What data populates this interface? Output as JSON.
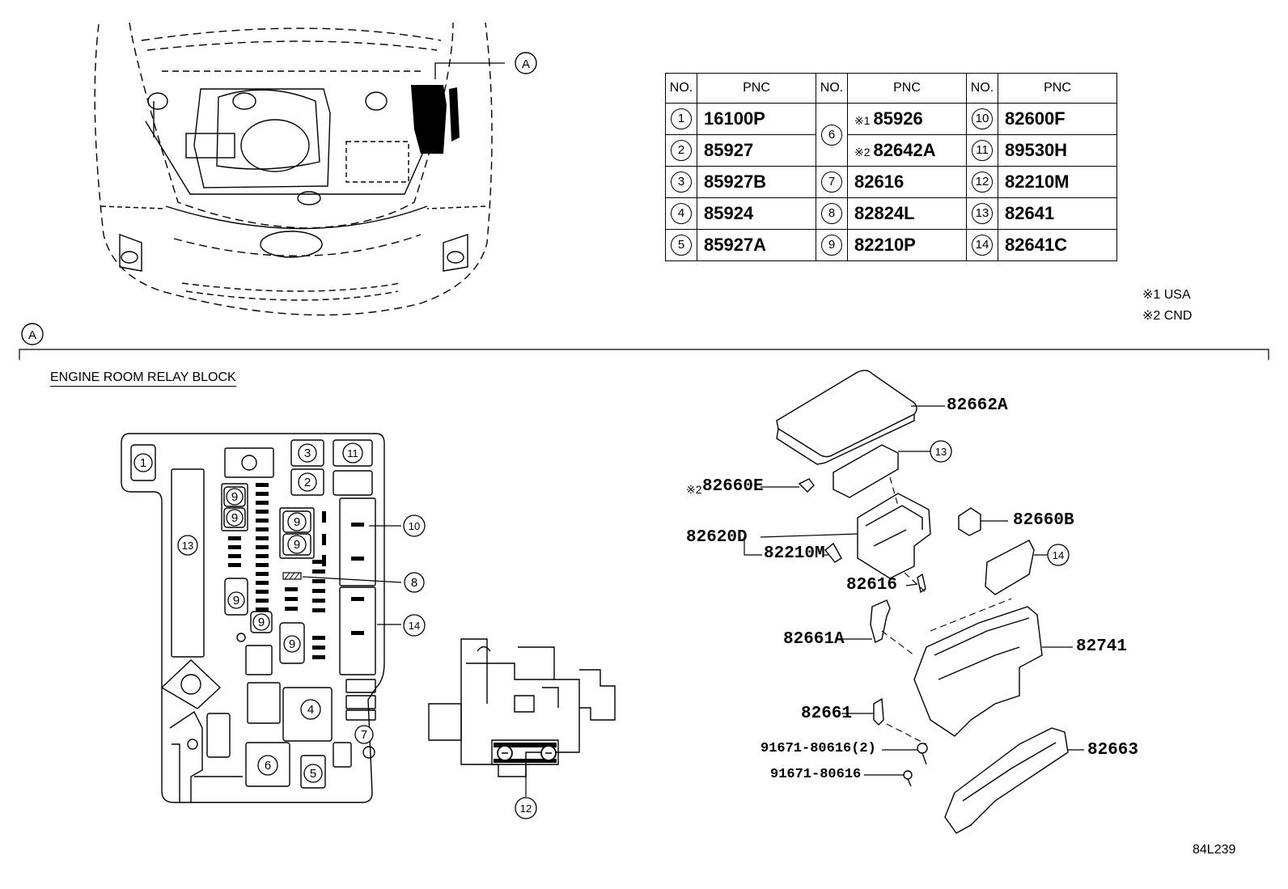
{
  "table": {
    "headers": [
      "NO.",
      "PNC",
      "NO.",
      "PNC",
      "NO.",
      "PNC"
    ],
    "col1": [
      {
        "no": "1",
        "pnc": "16100P"
      },
      {
        "no": "2",
        "pnc": "85927"
      },
      {
        "no": "3",
        "pnc": "85927B"
      },
      {
        "no": "4",
        "pnc": "85924"
      },
      {
        "no": "5",
        "pnc": "85927A"
      }
    ],
    "col2": [
      {
        "no": "6",
        "mark": "※1",
        "pnc": "85926"
      },
      {
        "no": "",
        "mark": "※2",
        "pnc": "82642A"
      },
      {
        "no": "7",
        "mark": "",
        "pnc": "82616"
      },
      {
        "no": "8",
        "mark": "",
        "pnc": "82824L"
      },
      {
        "no": "9",
        "mark": "",
        "pnc": "82210P"
      }
    ],
    "col3": [
      {
        "no": "10",
        "pnc": "82600F"
      },
      {
        "no": "11",
        "pnc": "89530H"
      },
      {
        "no": "12",
        "pnc": "82210M"
      },
      {
        "no": "13",
        "pnc": "82641"
      },
      {
        "no": "14",
        "pnc": "82641C"
      }
    ]
  },
  "notes": {
    "note1": "※1 USA",
    "note2": "※2 CND"
  },
  "section": {
    "marker": "A",
    "title": "ENGINE ROOM RELAY BLOCK"
  },
  "callouts": {
    "top_marker": "A",
    "block": {
      "c1": "1",
      "c2": "2",
      "c3": "3",
      "c4": "4",
      "c5": "5",
      "c6": "6",
      "c7": "7",
      "c8": "8",
      "c9": "9",
      "c10": "10",
      "c11": "11",
      "c12": "12",
      "c13": "13",
      "c14": "14"
    },
    "exploded": {
      "c13": "13",
      "c14": "14"
    }
  },
  "parts": {
    "p82662A": "82662A",
    "p82660E_mark": "※2",
    "p82660E": "82660E",
    "p82620D": "82620D",
    "p82210M": "82210M",
    "p82660B": "82660B",
    "p82616": "82616",
    "p82661A": "82661A",
    "p82741": "82741",
    "p82661": "82661",
    "p91671a": "91671-80616(2)",
    "p91671b": "91671-80616",
    "p82663": "82663"
  },
  "figure_id": "84L239"
}
